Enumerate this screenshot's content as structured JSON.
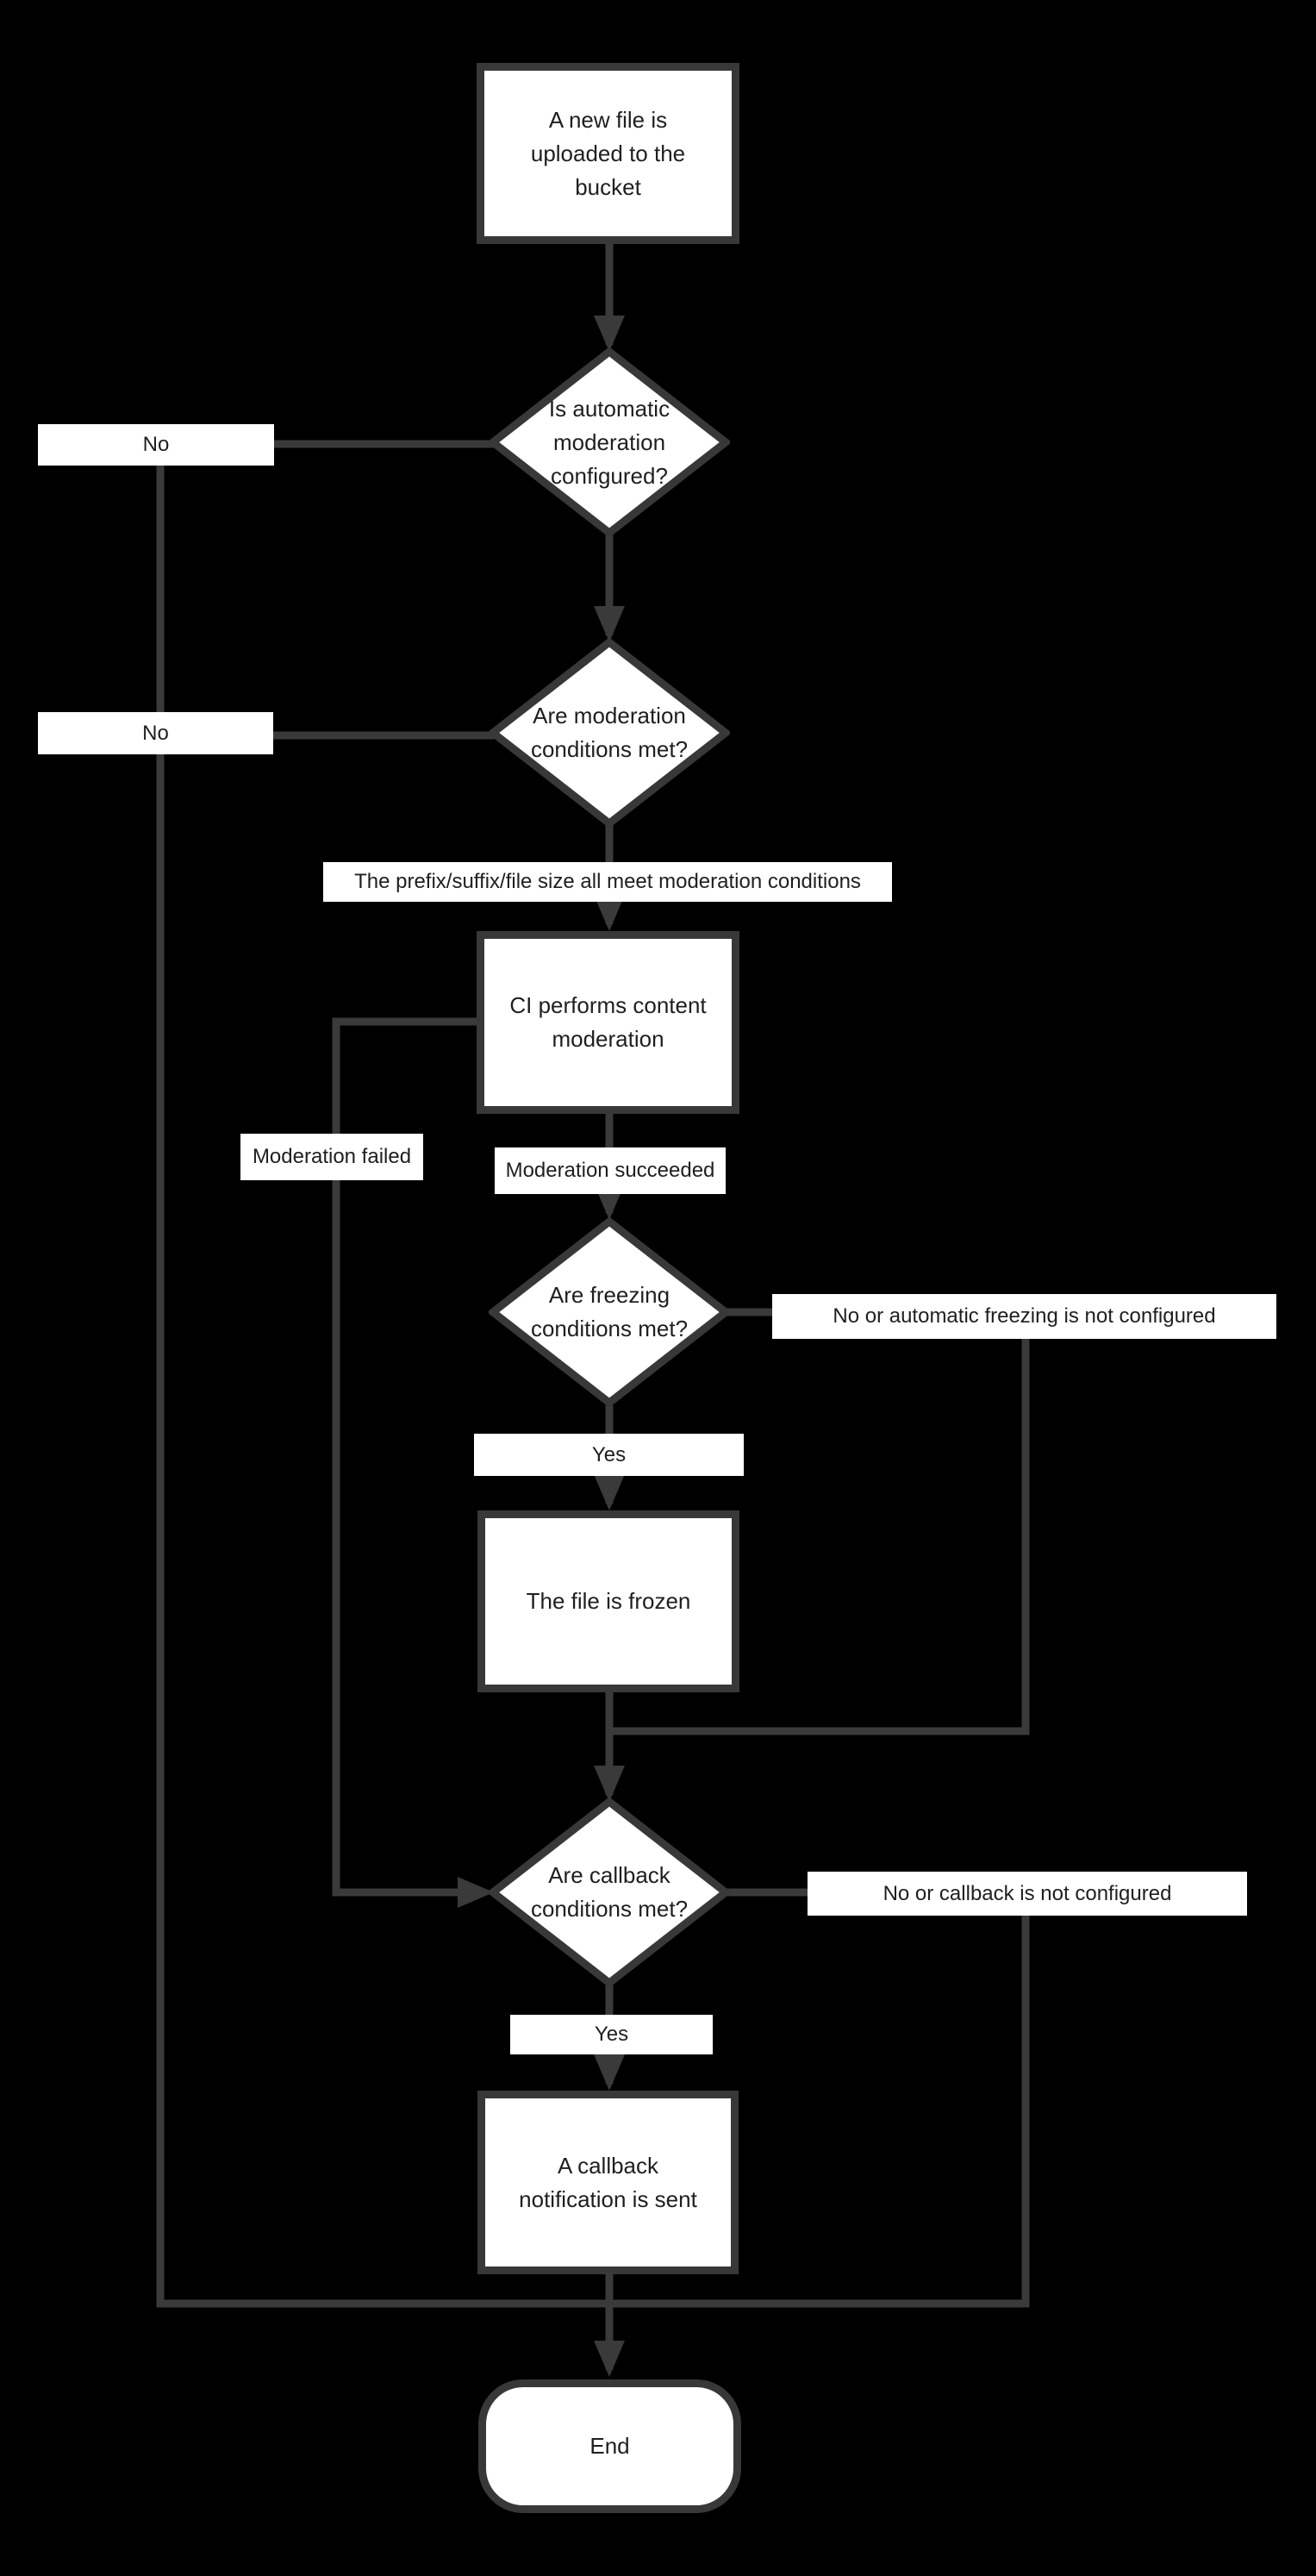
{
  "colors": {
    "background": "#000000",
    "line": "#3a3a3a",
    "node_fill": "#ffffff",
    "text": "#1f1f1f"
  },
  "nodes": {
    "upload": "A new file is uploaded to the bucket",
    "automod": "Is automatic moderation configured?",
    "modcond": "Are moderation conditions met?",
    "ci": "CI performs content moderation",
    "freezing": "Are freezing conditions met?",
    "frozen": "The file is frozen",
    "callback": "Are callback conditions met?",
    "notification": "A callback notification is sent",
    "end": "End"
  },
  "edge_labels": {
    "automod_no": "No",
    "modcond_no": "No",
    "modcond_yes": "The prefix/suffix/file size all meet moderation conditions",
    "moderation_failed": "Moderation failed",
    "moderation_succeeded": "Moderation succeeded",
    "freezing_no": "No or automatic freezing is not configured",
    "freezing_yes": "Yes",
    "callback_no": "No or callback is not configured",
    "callback_yes": "Yes"
  }
}
